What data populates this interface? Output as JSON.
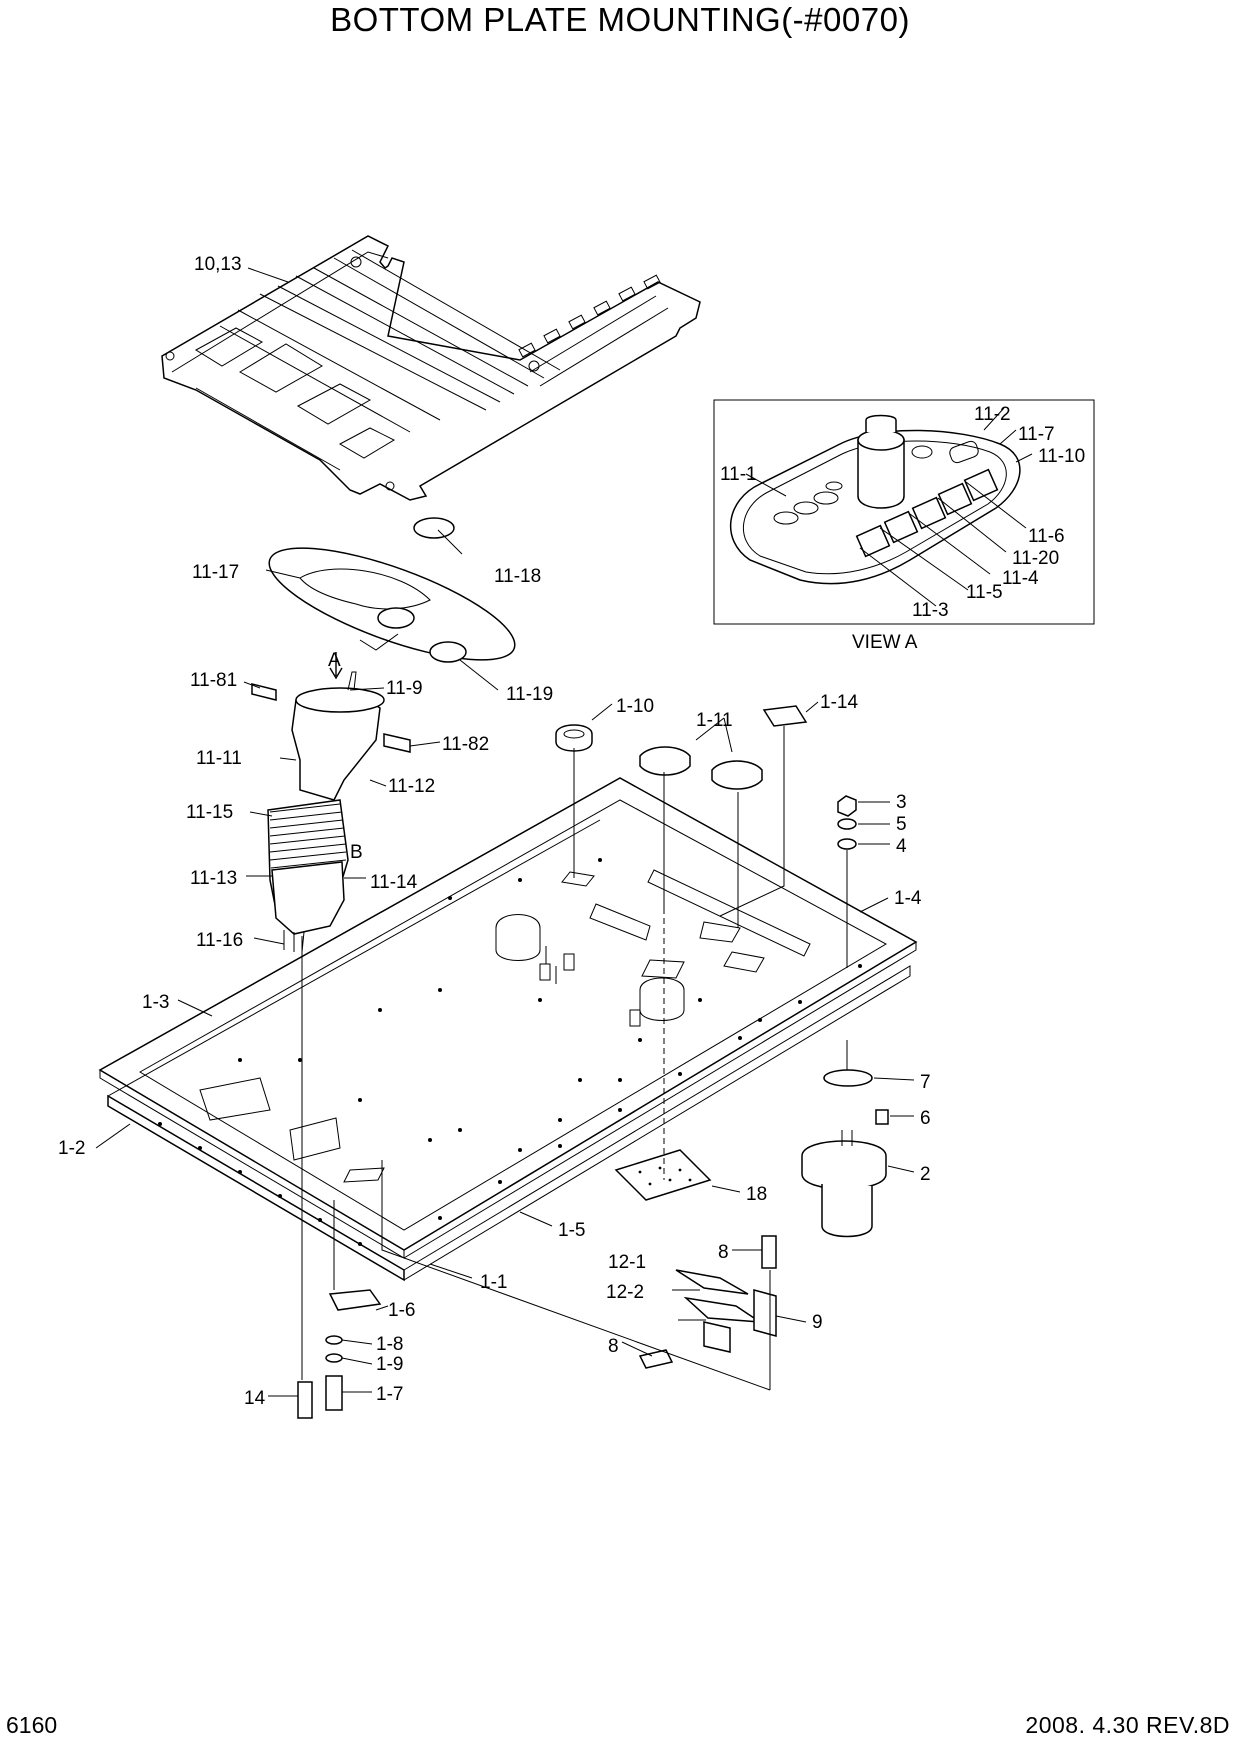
{
  "title": "BOTTOM PLATE MOUNTING(-#0070)",
  "page_number": "6160",
  "date_rev": "2008.  4.30  REV.8D",
  "view_caption": "VIEW A",
  "callouts": {
    "c10_13": "10,13",
    "c11_2": "11-2",
    "c11_7": "11-7",
    "c11_10": "11-10",
    "c11_1": "11-1",
    "c11_6": "11-6",
    "c11_20": "11-20",
    "c11_4": "11-4",
    "c11_5": "11-5",
    "c11_3": "11-3",
    "c11_17": "11-17",
    "c11_18": "11-18",
    "c11_19": "11-19",
    "cA": "A",
    "cB": "B",
    "c11_81": "11-81",
    "c11_9": "11-9",
    "c11_82": "11-82",
    "c11_11": "11-11",
    "c11_12": "11-12",
    "c11_15": "11-15",
    "c11_13": "11-13",
    "c11_14": "11-14",
    "c11_16": "11-16",
    "c1_10": "1-10",
    "c1_11": "1-11",
    "c1_14": "1-14",
    "c3": "3",
    "c5": "5",
    "c4": "4",
    "c1_4": "1-4",
    "c1_3": "1-3",
    "c1_2": "1-2",
    "c7": "7",
    "c6": "6",
    "c2": "2",
    "c18": "18",
    "c1_5": "1-5",
    "c1_1": "1-1",
    "c8a": "8",
    "c12_1": "12-1",
    "c12_2": "12-2",
    "c9": "9",
    "c8b": "8",
    "c1_6": "1-6",
    "c1_8": "1-8",
    "c1_9": "1-9",
    "c1_7": "1-7",
    "c14": "14"
  }
}
